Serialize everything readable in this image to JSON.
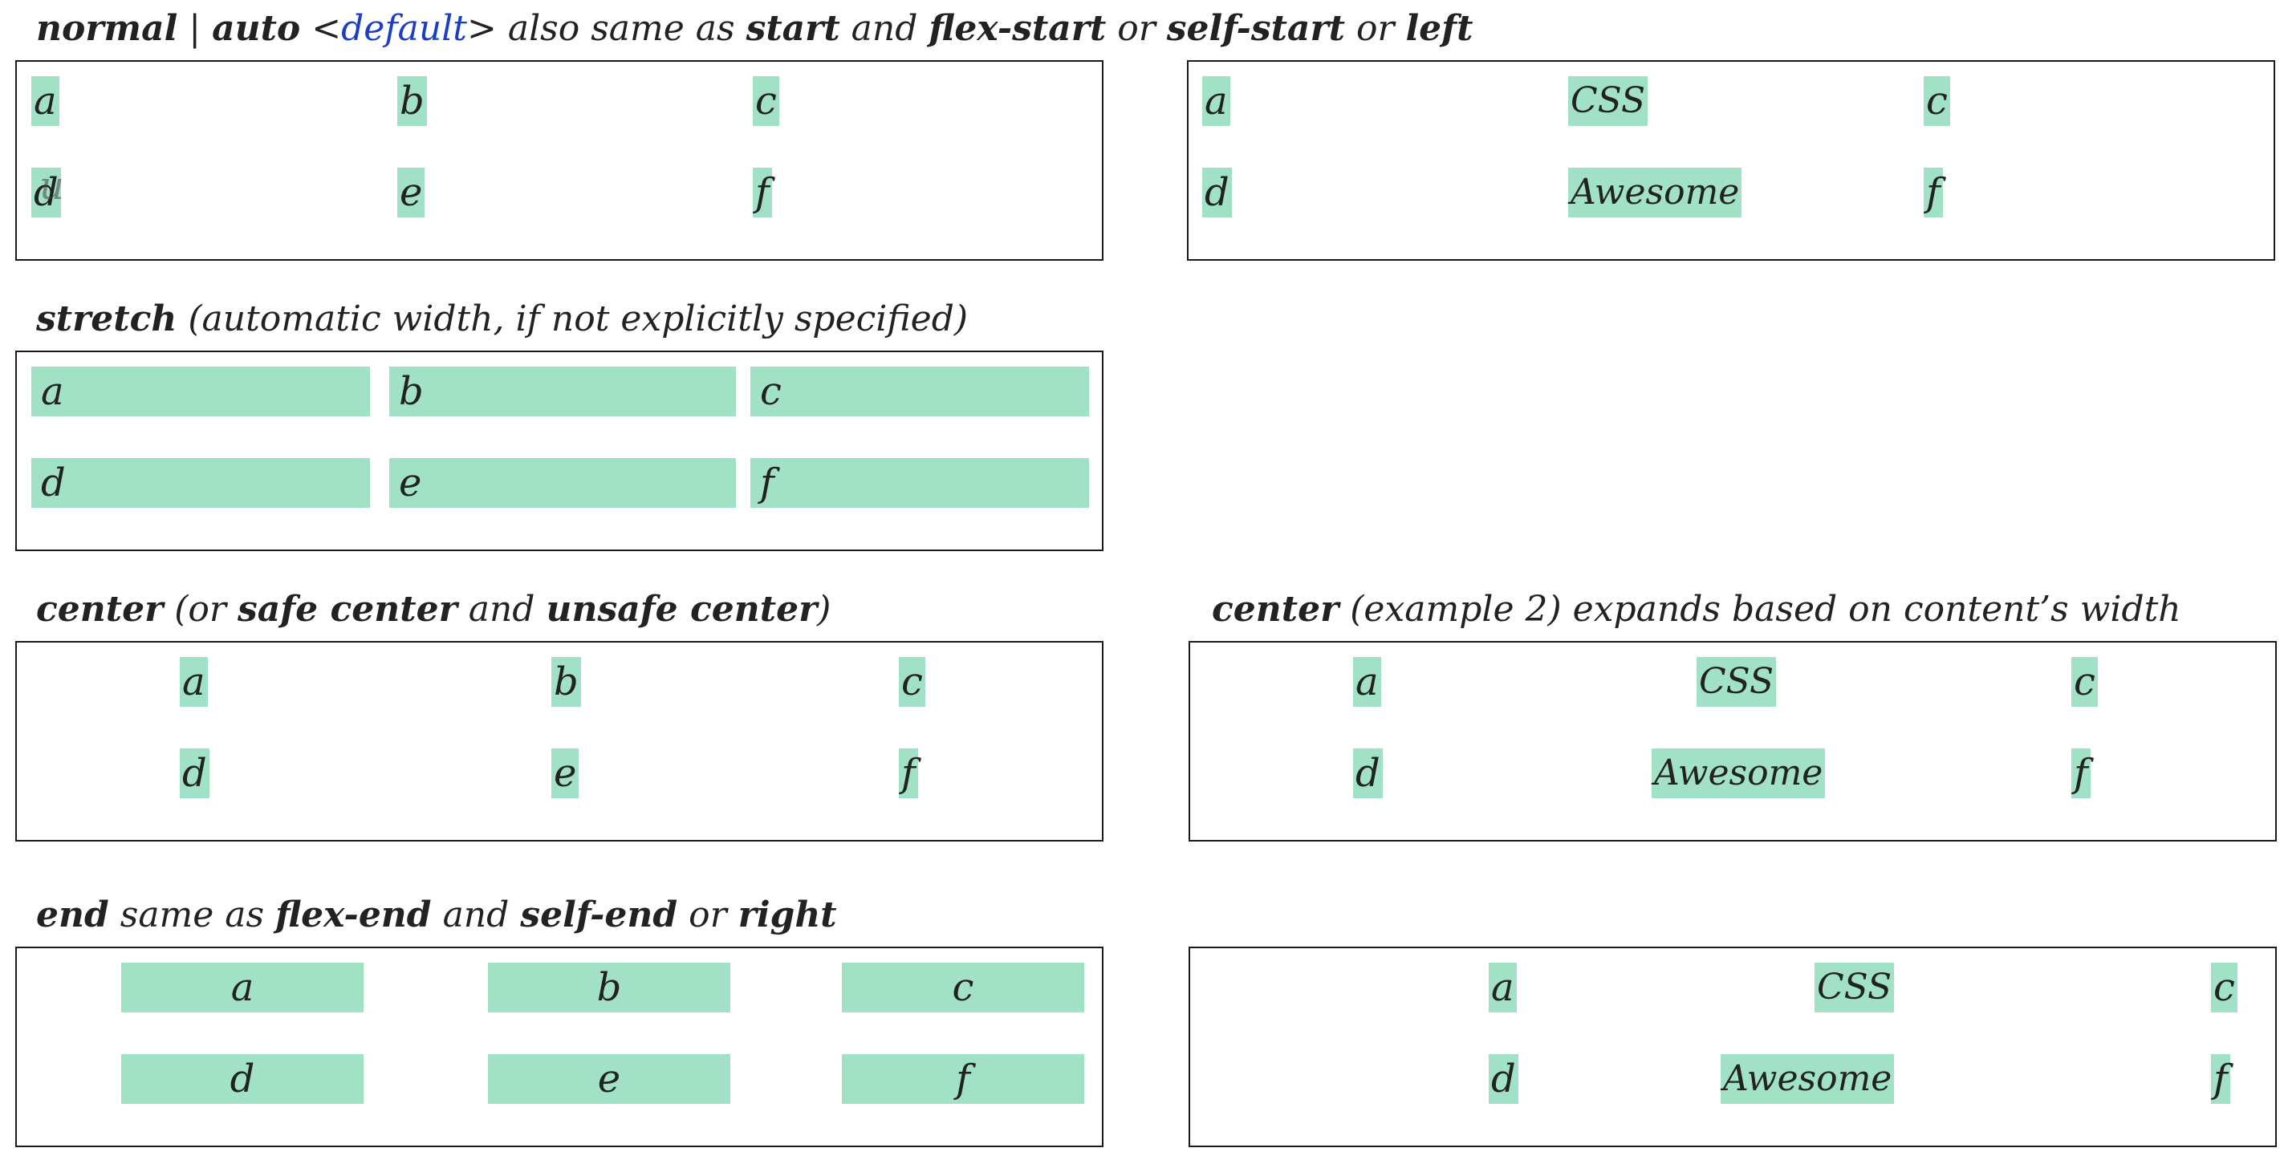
{
  "headings": {
    "h1": {
      "normal": "normal",
      "sep": " | ",
      "auto": "auto",
      "lt": " <",
      "default": "default",
      "gt": ">",
      "t1": " also same as ",
      "start": "start",
      "t2": " and ",
      "flex_start": "flex-start",
      "t3": " or ",
      "self_start": "self-start",
      "t4": " or ",
      "left": "left"
    },
    "h2": {
      "stretch": "stretch",
      "t1": " (automatic width, if not explicitly specified)"
    },
    "h3": {
      "center": "center",
      "t1": " (or ",
      "safe_center": "safe center",
      "t2": " and ",
      "unsafe_center": "unsafe center",
      "t3": ")"
    },
    "h4": {
      "center": "center",
      "t1": " (example 2) expands based on content’s width"
    },
    "h5": {
      "end": "end",
      "t1": " same as ",
      "flex_end": "flex-end",
      "t2": " and ",
      "self_end": "self-end",
      "t3": " or ",
      "right": "right"
    }
  },
  "grids": {
    "normal_letters": [
      "a",
      "b",
      "c",
      "d",
      "e",
      "f"
    ],
    "normal_words": [
      "a",
      "CSS",
      "c",
      "d",
      "Awesome",
      "f"
    ],
    "stretch_letters": [
      "a",
      "b",
      "c",
      "d",
      "e",
      "f"
    ],
    "center_letters": [
      "a",
      "b",
      "c",
      "d",
      "e",
      "f"
    ],
    "center_words": [
      "a",
      "CSS",
      "c",
      "d",
      "Awesome",
      "f"
    ],
    "end_letters": [
      "a",
      "b",
      "c",
      "d",
      "e",
      "f"
    ],
    "end_words": [
      "a",
      "CSS",
      "c",
      "d",
      "Awesome",
      "f"
    ]
  },
  "overlap_glyph": "u",
  "colors": {
    "item_fill": "#a1e2c6",
    "link": "#1a3fc4",
    "border": "#1a1a1a"
  }
}
